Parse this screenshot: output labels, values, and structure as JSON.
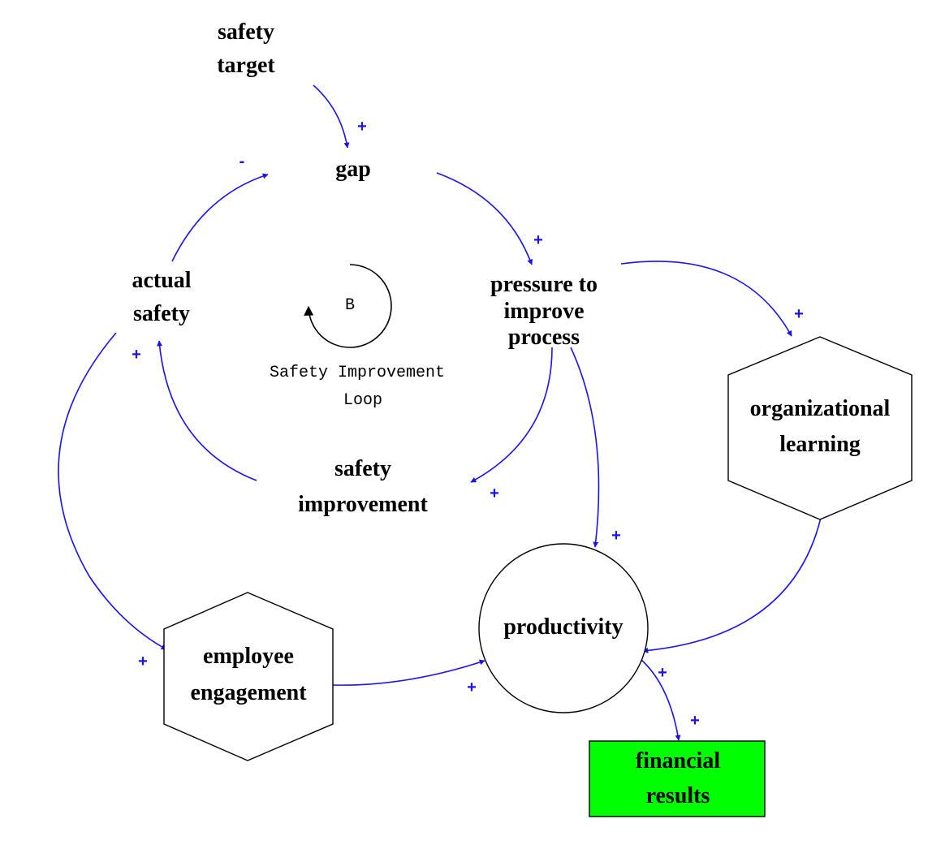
{
  "colors": {
    "link": "#1a12f0",
    "sign": "#1a12f0",
    "financial_results_fill": "#00ff00",
    "shape_stroke": "#000000",
    "background": "#ffffff"
  },
  "nodes": {
    "safety_target": {
      "line1": "safety",
      "line2": "target",
      "shape": "none"
    },
    "gap": {
      "label": "gap",
      "shape": "none"
    },
    "actual_safety": {
      "line1": "actual",
      "line2": "safety",
      "shape": "none"
    },
    "pressure_to_improve_process": {
      "line1": "pressure to",
      "line2": "improve",
      "line3": "process",
      "shape": "none"
    },
    "safety_improvement": {
      "line1": "safety",
      "line2": "improvement",
      "shape": "none"
    },
    "organizational_learning": {
      "line1": "organizational",
      "line2": "learning",
      "shape": "hexagon"
    },
    "productivity": {
      "label": "productivity",
      "shape": "circle"
    },
    "employee_engagement": {
      "line1": "employee",
      "line2": "engagement",
      "shape": "hexagon"
    },
    "financial_results": {
      "line1": "financial",
      "line2": "results",
      "shape": "rectangle"
    }
  },
  "loop": {
    "type_label": "B",
    "name_line1": "Safety Improvement",
    "name_line2": "Loop"
  },
  "links": [
    {
      "from": "safety target",
      "to": "gap",
      "polarity": "+"
    },
    {
      "from": "gap",
      "to": "pressure to improve process",
      "polarity": "+"
    },
    {
      "from": "pressure to improve process",
      "to": "safety improvement",
      "polarity": "+"
    },
    {
      "from": "safety improvement",
      "to": "actual safety",
      "polarity": "+"
    },
    {
      "from": "actual safety",
      "to": "gap",
      "polarity": "-"
    },
    {
      "from": "pressure to improve process",
      "to": "organizational learning",
      "polarity": "+"
    },
    {
      "from": "pressure to improve process",
      "to": "productivity",
      "polarity": "+"
    },
    {
      "from": "actual safety",
      "to": "employee engagement",
      "polarity": "+"
    },
    {
      "from": "employee engagement",
      "to": "productivity",
      "polarity": "+"
    },
    {
      "from": "organizational learning",
      "to": "productivity",
      "polarity": "+"
    },
    {
      "from": "productivity",
      "to": "financial results",
      "polarity": "+"
    }
  ]
}
